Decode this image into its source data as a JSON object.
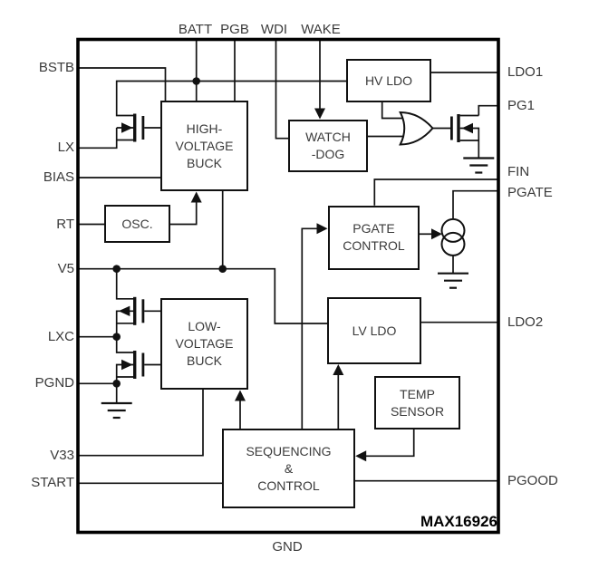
{
  "device": {
    "part_number": "MAX16926",
    "ground_label": "GND"
  },
  "pins": {
    "top": [
      {
        "label": "BATT"
      },
      {
        "label": "PGB"
      },
      {
        "label": "WDI"
      },
      {
        "label": "WAKE"
      }
    ],
    "left": [
      {
        "label": "BSTB"
      },
      {
        "label": "LX"
      },
      {
        "label": "BIAS"
      },
      {
        "label": "RT"
      },
      {
        "label": "V5"
      },
      {
        "label": "LXC"
      },
      {
        "label": "PGND"
      },
      {
        "label": "V33"
      },
      {
        "label": "START"
      }
    ],
    "right": [
      {
        "label": "LDO1"
      },
      {
        "label": "PG1"
      },
      {
        "label": "FIN"
      },
      {
        "label": "PGATE"
      },
      {
        "label": "LDO2"
      },
      {
        "label": "PGOOD"
      }
    ]
  },
  "blocks": {
    "hv_buck": {
      "line1": "HIGH-",
      "line2": "VOLTAGE",
      "line3": "BUCK"
    },
    "osc": {
      "line1": "OSC."
    },
    "watchdog": {
      "line1": "WATCH",
      "line2": "-DOG"
    },
    "hv_ldo": {
      "line1": "HV LDO"
    },
    "pgate_control": {
      "line1": "PGATE",
      "line2": "CONTROL"
    },
    "lv_buck": {
      "line1": "LOW-",
      "line2": "VOLTAGE",
      "line3": "BUCK"
    },
    "lv_ldo": {
      "line1": "LV LDO"
    },
    "temp_sensor": {
      "line1": "TEMP",
      "line2": "SENSOR"
    },
    "seq_control": {
      "line1": "SEQUENCING",
      "line2": "&",
      "line3": "CONTROL"
    }
  },
  "colors": {
    "line": "#111111",
    "text": "#3a3a3a",
    "background": "#ffffff",
    "part_number_color": "#000000"
  }
}
